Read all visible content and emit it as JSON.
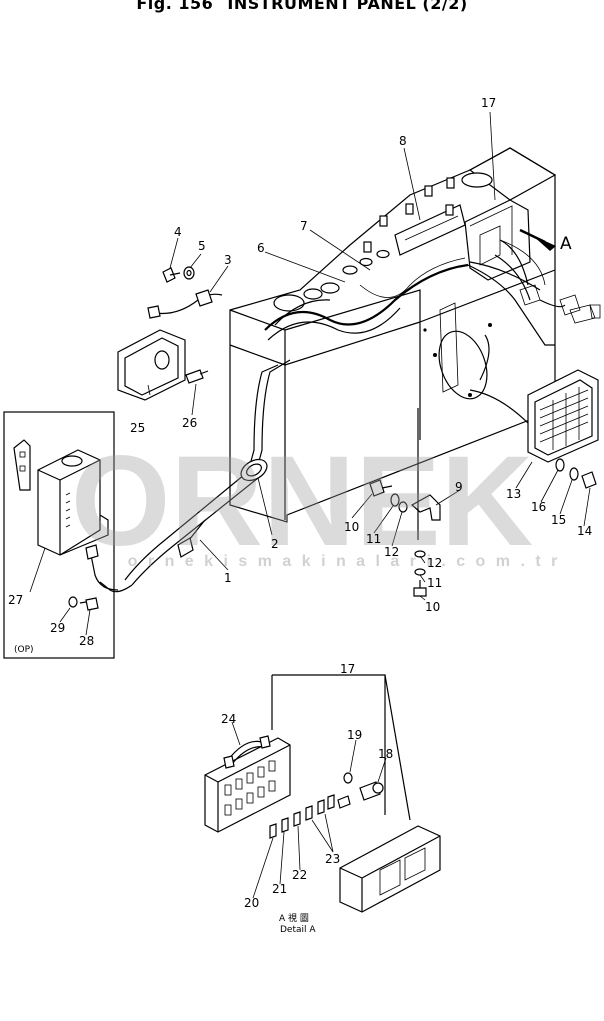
{
  "header": {
    "fig_label": "Fig. 156",
    "title": "INSTRUMENT PANEL (2/2)"
  },
  "inset": {
    "label": "(OP)"
  },
  "callouts": [
    "1",
    "2",
    "3",
    "4",
    "5",
    "6",
    "7",
    "8",
    "9",
    "10",
    "11",
    "12",
    "12",
    "11",
    "10",
    "13",
    "14",
    "15",
    "16",
    "17",
    "25",
    "26",
    "27",
    "28",
    "29",
    "17",
    "18",
    "19",
    "20",
    "21",
    "22",
    "23",
    "24"
  ],
  "view_marker": "A",
  "detail": {
    "line1": "A 視 圖",
    "line2": "Detail A"
  },
  "watermark": {
    "brand": "ORNEK",
    "url": "o r n e k i s m a k i n a l a r i . c o m . t r"
  }
}
